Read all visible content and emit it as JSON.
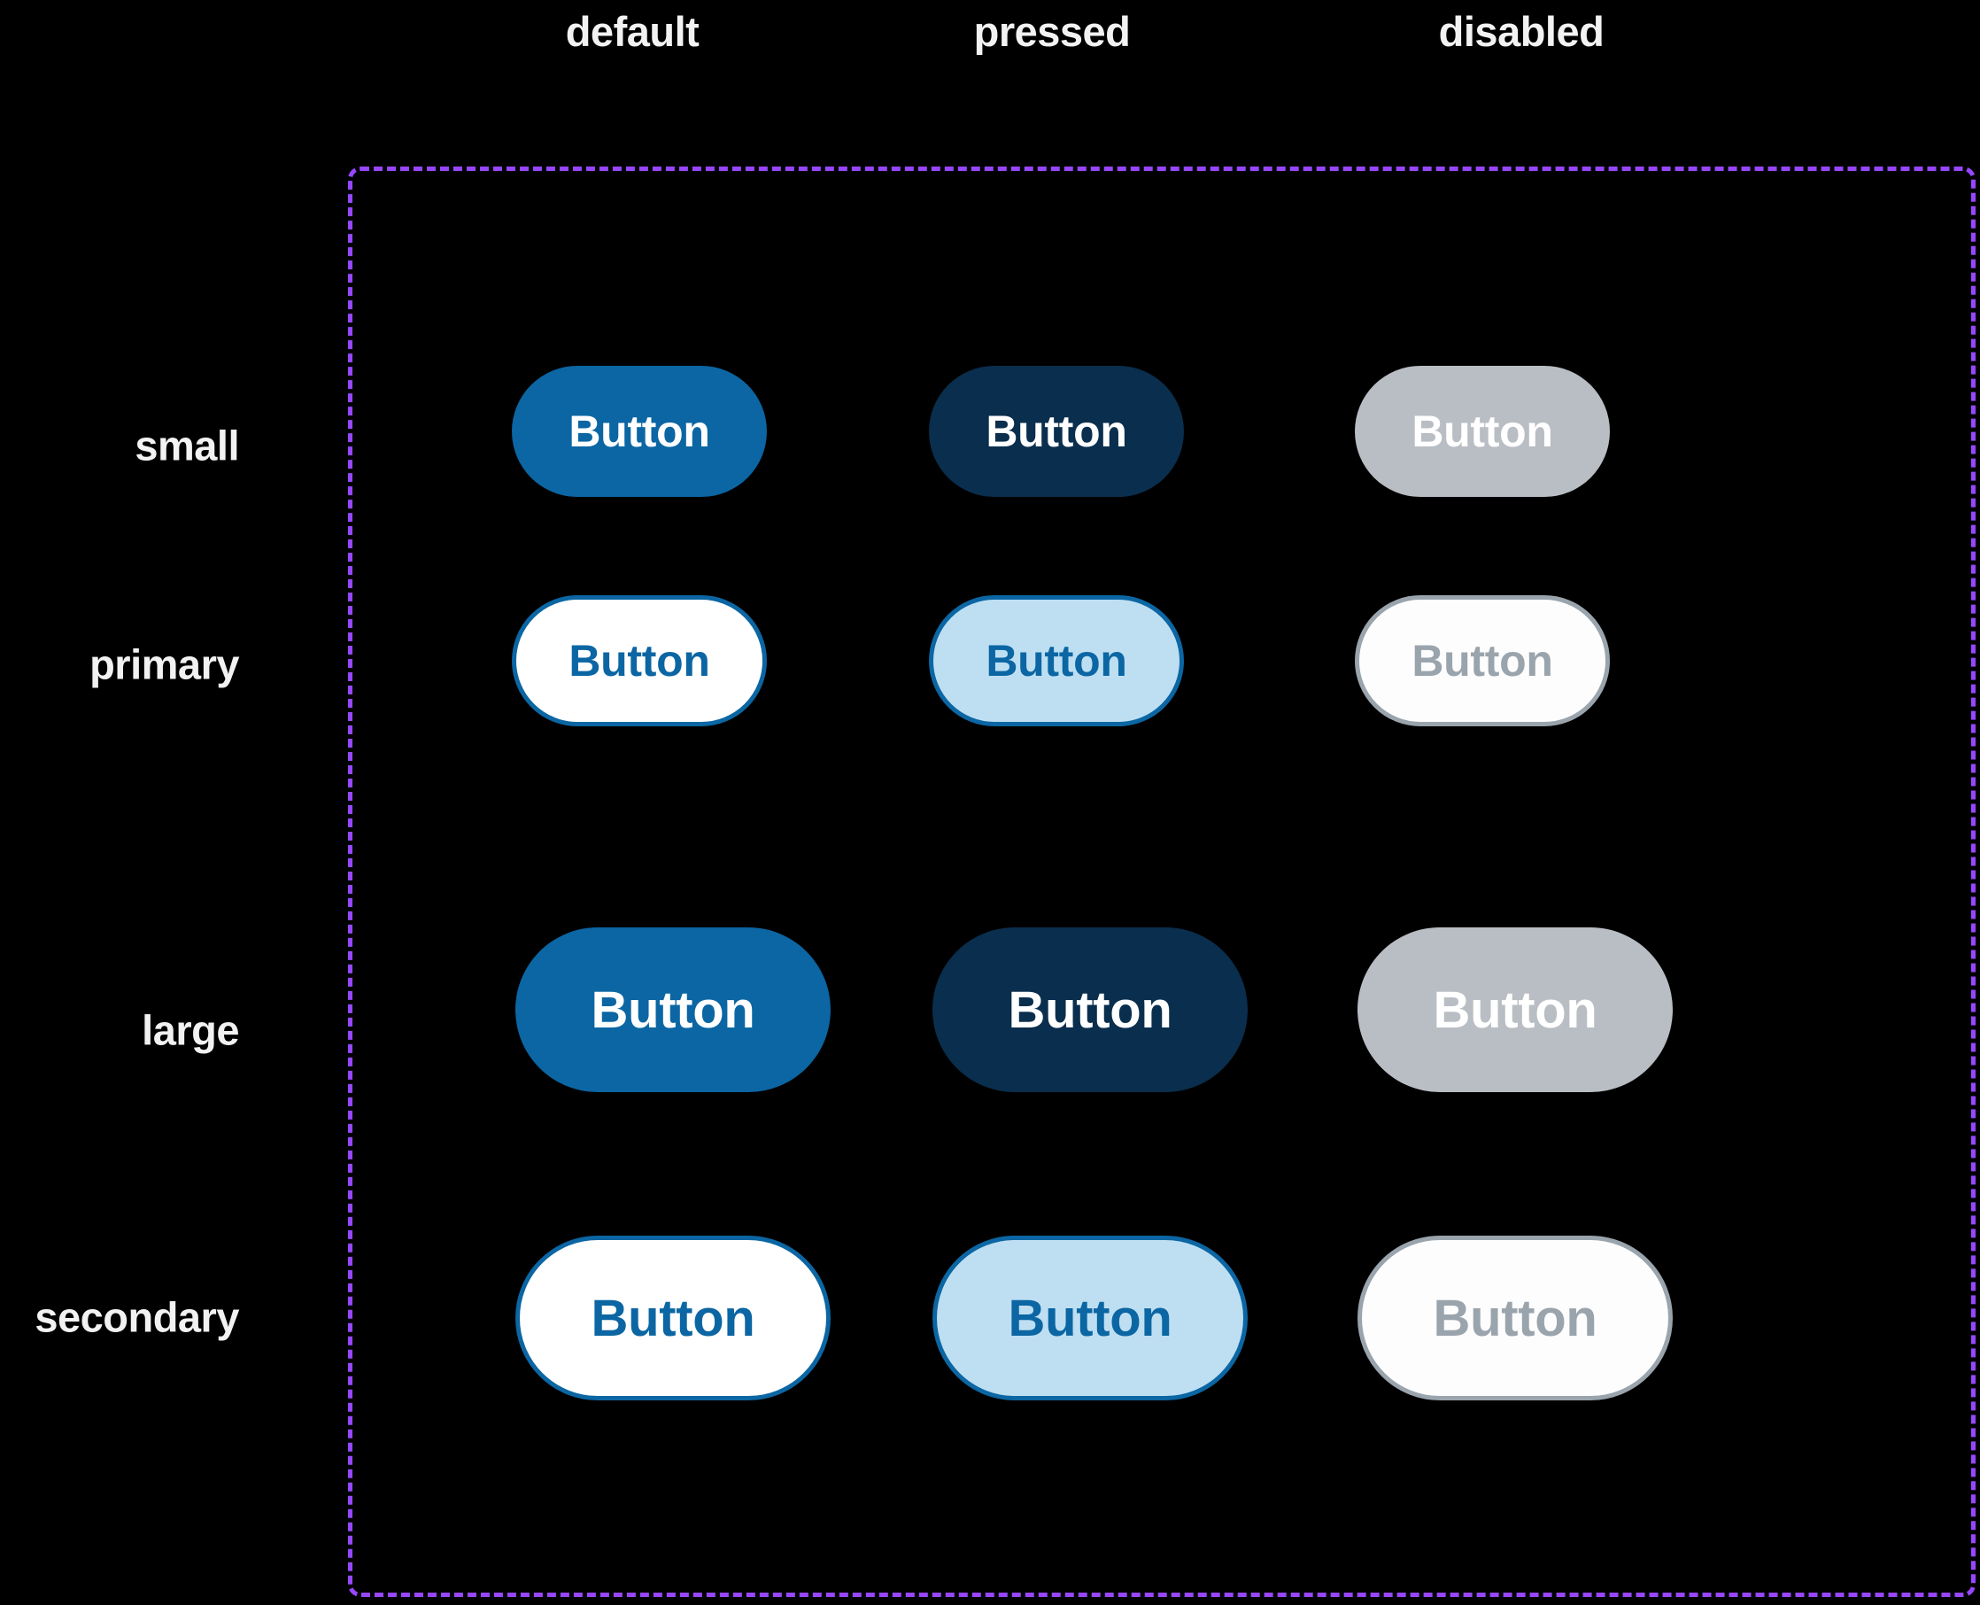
{
  "columns": [
    {
      "label": "default"
    },
    {
      "label": "pressed"
    },
    {
      "label": "disabled"
    }
  ],
  "rows": [
    {
      "label": "small"
    },
    {
      "label": "primary"
    },
    {
      "label": "large"
    },
    {
      "label": "secondary"
    }
  ],
  "button_label": "Button",
  "colors": {
    "background": "#000000",
    "text_on_dark": "#f2f2f2",
    "frame_dashed": "#9747ff",
    "primary_default_fill": "#0b66a3",
    "primary_pressed_fill": "#0a2e4d",
    "primary_disabled_fill": "#b9bec4",
    "primary_text": "#ffffff",
    "secondary_default_fill": "#ffffff",
    "secondary_pressed_fill": "#bedff2",
    "secondary_disabled_fill": "#fdfdfd",
    "secondary_border": "#0b66a3",
    "secondary_text": "#0b66a3",
    "secondary_disabled_border": "#9aa4ad",
    "secondary_disabled_text": "#9aa4ad"
  },
  "buttons": {
    "small_primary_default": {
      "label": "Button"
    },
    "small_primary_pressed": {
      "label": "Button"
    },
    "small_primary_disabled": {
      "label": "Button"
    },
    "small_secondary_default": {
      "label": "Button"
    },
    "small_secondary_pressed": {
      "label": "Button"
    },
    "small_secondary_disabled": {
      "label": "Button"
    },
    "large_primary_default": {
      "label": "Button"
    },
    "large_primary_pressed": {
      "label": "Button"
    },
    "large_primary_disabled": {
      "label": "Button"
    },
    "large_secondary_default": {
      "label": "Button"
    },
    "large_secondary_pressed": {
      "label": "Button"
    },
    "large_secondary_disabled": {
      "label": "Button"
    }
  }
}
